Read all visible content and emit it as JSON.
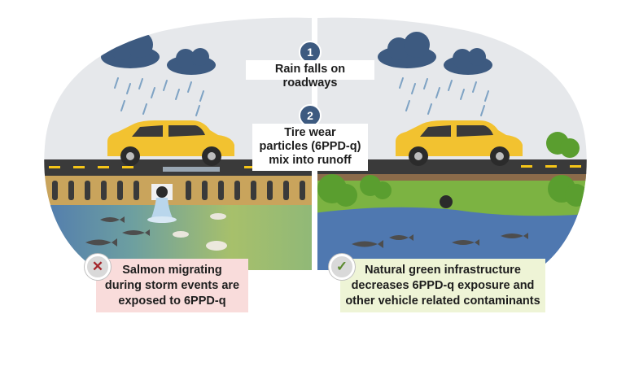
{
  "steps": [
    {
      "number": "1",
      "text": "Rain falls on roadways"
    },
    {
      "number": "2",
      "line1": "Tire wear",
      "line2": "particles (6PPD-q)",
      "line3": "mix into runoff"
    }
  ],
  "left_panel": {
    "callout_lines": [
      "Salmon migrating",
      "during storm events are",
      "exposed to 6PPD-q"
    ],
    "icon": "x-mark-icon"
  },
  "right_panel": {
    "callout_lines": [
      "Natural green infrastructure",
      "decreases 6PPD-q exposure and",
      "other vehicle related contaminants"
    ],
    "icon": "checkmark-icon"
  },
  "colors": {
    "sky": "#e6e8eb",
    "cloud": "#3d5a80",
    "rain": "#7fa3c4",
    "car": "#f2c230",
    "road": "#3a3a3a",
    "road_stripe": "#f5c518",
    "concrete": "#c9a45c",
    "water": "#4f78b0",
    "contaminated_water": "#7fb08a",
    "grass": "#7cb342",
    "fish": "#4d4d4d",
    "badge": "#3d5a80",
    "bad_callout": "#f9dcdb",
    "good_callout": "#eef4d6"
  }
}
